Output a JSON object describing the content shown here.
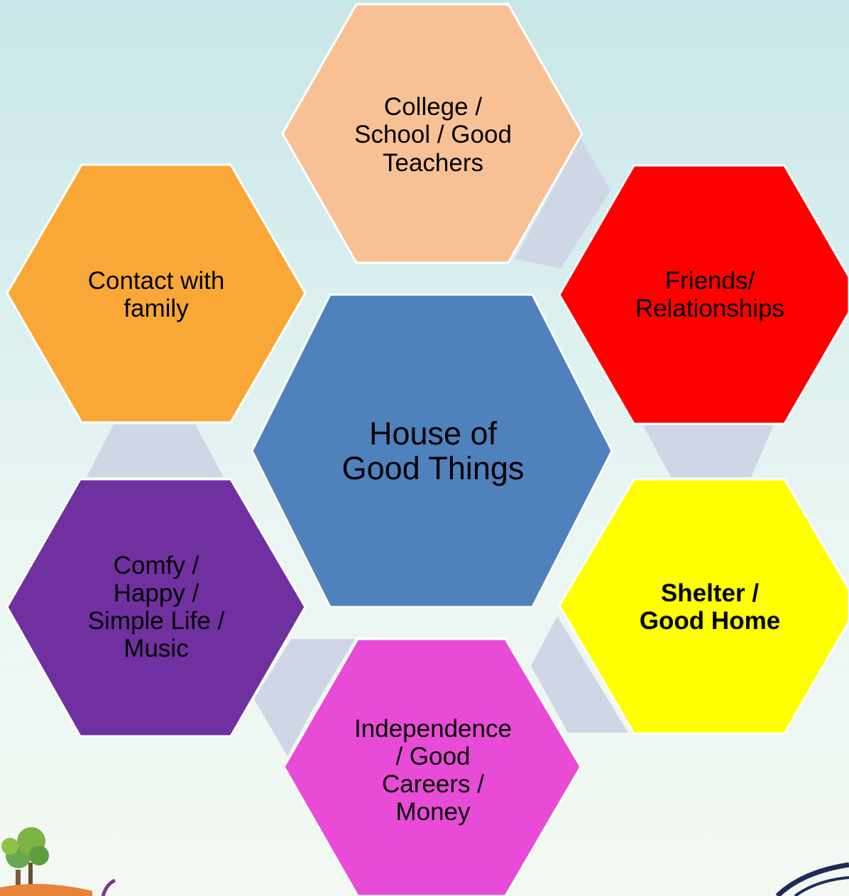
{
  "center": {
    "label": "House of\nGood Things",
    "color": "#4f81bd"
  },
  "hexagons": [
    {
      "key": "college",
      "label": "College /\nSchool / Good\nTeachers",
      "color": "#f8c195"
    },
    {
      "key": "friends",
      "label": "Friends/\nRelationships",
      "color": "#ff0000"
    },
    {
      "key": "shelter",
      "label": "Shelter /\nGood Home",
      "color": "#ffff00",
      "bold": true
    },
    {
      "key": "independence",
      "label": "Independence\n/ Good\nCareers /\nMoney",
      "color": "#e84bd6"
    },
    {
      "key": "comfy",
      "label": "Comfy /\nHappy /\nSimple Life /\nMusic",
      "color": "#7030a0"
    },
    {
      "key": "family",
      "label": "Contact with\nfamily",
      "color": "#f9a838"
    }
  ],
  "connector_color": "#cfd7e6"
}
